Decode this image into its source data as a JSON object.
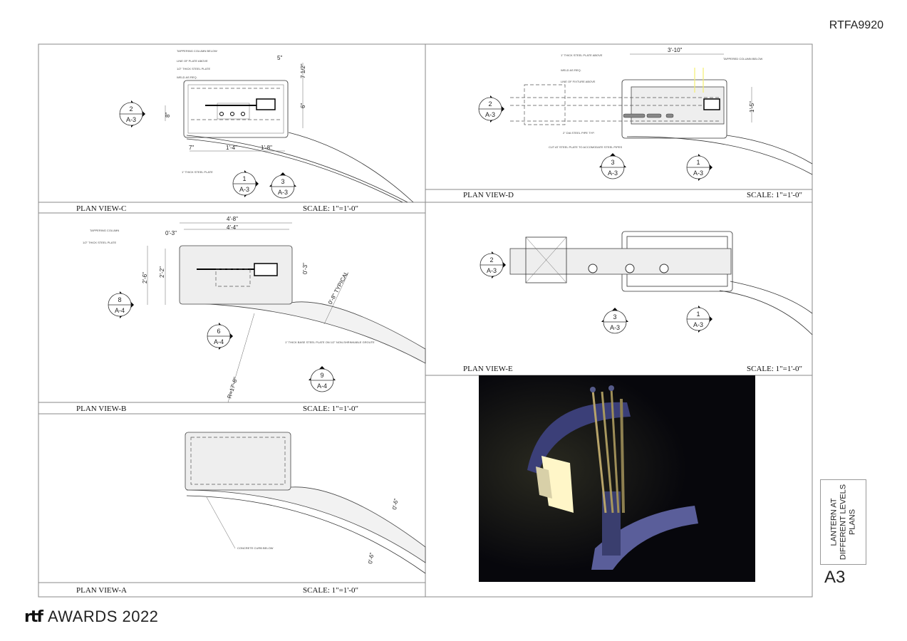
{
  "sheet_id": "RTFA9920",
  "panels": {
    "c": {
      "title": "PLAN VIEW-C",
      "scale": "SCALE: 1\"=1'-0\"",
      "notes": [
        "TAPPERING COLUMN BELOW",
        "LINE OF PLATE ABOVE",
        "1/2\" THICK STEEL PLATE",
        "WELD AS REQ.",
        "1\" THICK STEEL PLATE"
      ],
      "dims": [
        "5\"",
        "7 1/2\"",
        "6\"",
        "8\"",
        "7\"",
        "1'-4\"",
        "1'-8\""
      ],
      "markers": [
        {
          "num": "2",
          "sheet": "A-3"
        },
        {
          "num": "1",
          "sheet": "A-3"
        },
        {
          "num": "3",
          "sheet": "A-3"
        }
      ]
    },
    "d": {
      "title": "PLAN VIEW-D",
      "scale": "SCALE: 1\"=1'-0\"",
      "notes": [
        "1\" THICK STEEL PLATE ABOVE",
        "WELD AS REQ.",
        "LINE OF FIXTURE ABOVE",
        "TAPPERED COLUMN BELOW",
        "2\" DIA STEEL PIPE TYP.",
        "CUT AT STEEL PLATE TO ACCOMODATE STEEL PIPES"
      ],
      "dims": [
        "3'-10\"",
        "1'-5\""
      ],
      "markers": [
        {
          "num": "2",
          "sheet": "A-3"
        },
        {
          "num": "3",
          "sheet": "A-3"
        },
        {
          "num": "1",
          "sheet": "A-3"
        }
      ]
    },
    "b": {
      "title": "PLAN VIEW-B",
      "scale": "SCALE: 1\"=1'-0\"",
      "notes": [
        "TAPPERING COLUMN",
        "1/2\" THICK STEEL PLATE",
        "1\" THICK BASE STEEL PLATE ON 1/2\" NON-SHRINKABLE GROUTE"
      ],
      "dims": [
        "4'-8\"",
        "4'-4\"",
        "0'-3\"",
        "2'-6\"",
        "2'-2\"",
        "0'-3\"",
        "0'-8\" TYPICAL",
        "R=17'-8\""
      ],
      "markers": [
        {
          "num": "8",
          "sheet": "A-4"
        },
        {
          "num": "6",
          "sheet": "A-4"
        },
        {
          "num": "9",
          "sheet": "A-4"
        }
      ]
    },
    "e": {
      "title": "PLAN VIEW-E",
      "scale": "SCALE: 1\"=1'-0\"",
      "markers": [
        {
          "num": "2",
          "sheet": "A-3"
        },
        {
          "num": "3",
          "sheet": "A-3"
        },
        {
          "num": "1",
          "sheet": "A-3"
        }
      ]
    },
    "a": {
      "title": "PLAN VIEW-A",
      "scale": "SCALE: 1\"=1'-0\"",
      "notes": [
        "CONCRETE CURB BELOW"
      ],
      "dims": [
        "0'-6\"",
        "0'-6\""
      ]
    }
  },
  "title_block": {
    "title_lines": [
      "LANTERN AT",
      "DIFFERENT LEVELS",
      "PLANS"
    ],
    "sheet_number": "A3"
  },
  "logo": {
    "mark": "rtf",
    "text": "AWARDS 2022"
  },
  "colors": {
    "render_bg": "#07070c",
    "render_structure": "#4a4f8c",
    "light": "#fff6c8"
  }
}
